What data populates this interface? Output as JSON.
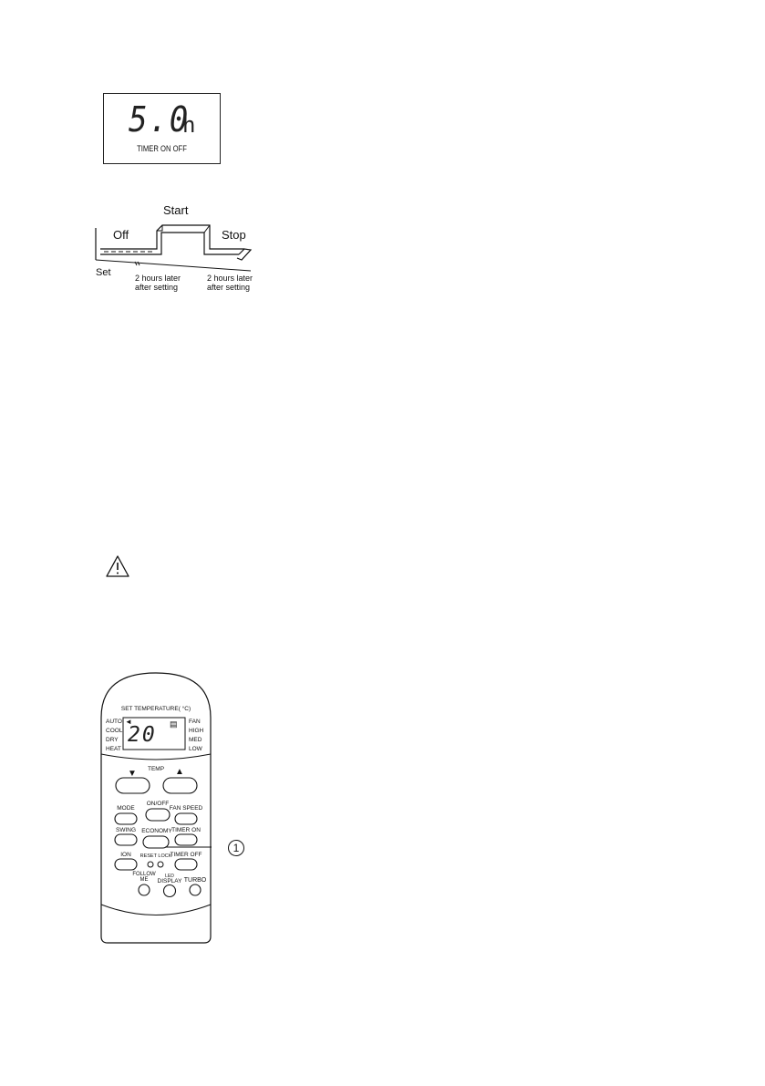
{
  "timer_display": {
    "value": "5.0",
    "unit": "h",
    "caption": "TIMER ON  OFF"
  },
  "timing_diagram": {
    "start_label": "Start",
    "off_label": "Off",
    "stop_label": "Stop",
    "set_label": "Set",
    "later_1": "2 hours later",
    "after_1": "after setting",
    "later_2": "2 hours later",
    "after_2": "after setting"
  },
  "warning": {
    "icon": "warning-triangle-icon"
  },
  "remote": {
    "set_temperature": "SET TEMPERATURE( °C)",
    "modes": [
      "AUTO",
      "COOL",
      "DRY",
      "HEAT"
    ],
    "fan_speeds": [
      "FAN",
      "HIGH",
      "MED",
      "LOW"
    ],
    "temperature_value": "20",
    "temp_label": "TEMP",
    "temp_down_symbol": "▼",
    "temp_up_symbol": "▲",
    "mode_indicator_symbol": "◄",
    "mode_label": "MODE",
    "on_off_label": "ON/OFF",
    "fan_speed_label": "FAN SPEED",
    "swing_label": "SWING",
    "economy_label": "ECONOMY",
    "timer_on_label": "TIMER ON",
    "ion_label": "ION",
    "reset_lock_label": "RESET LOCK",
    "timer_off_label": "TIMER OFF",
    "follow_me_label_1": "FOLLOW",
    "follow_me_label_2": "ME",
    "led_display_label_1": "LED",
    "led_display_label_2": "DISPLAY",
    "turbo_label": "TURBO"
  },
  "callout": {
    "number": "1"
  }
}
